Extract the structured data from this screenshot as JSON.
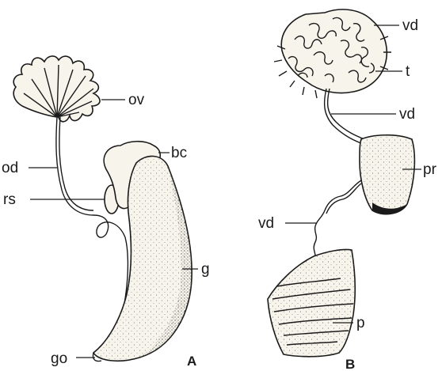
{
  "figure_a": {
    "panel_label": "A",
    "labels": {
      "ov": "ov",
      "od": "od",
      "bc": "bc",
      "rs": "rs",
      "g": "g",
      "go": "go"
    }
  },
  "figure_b": {
    "panel_label": "B",
    "labels": {
      "vd_top": "vd",
      "t": "t",
      "vd_mid": "vd",
      "pr": "pr",
      "vd_left": "vd",
      "p": "p"
    }
  }
}
